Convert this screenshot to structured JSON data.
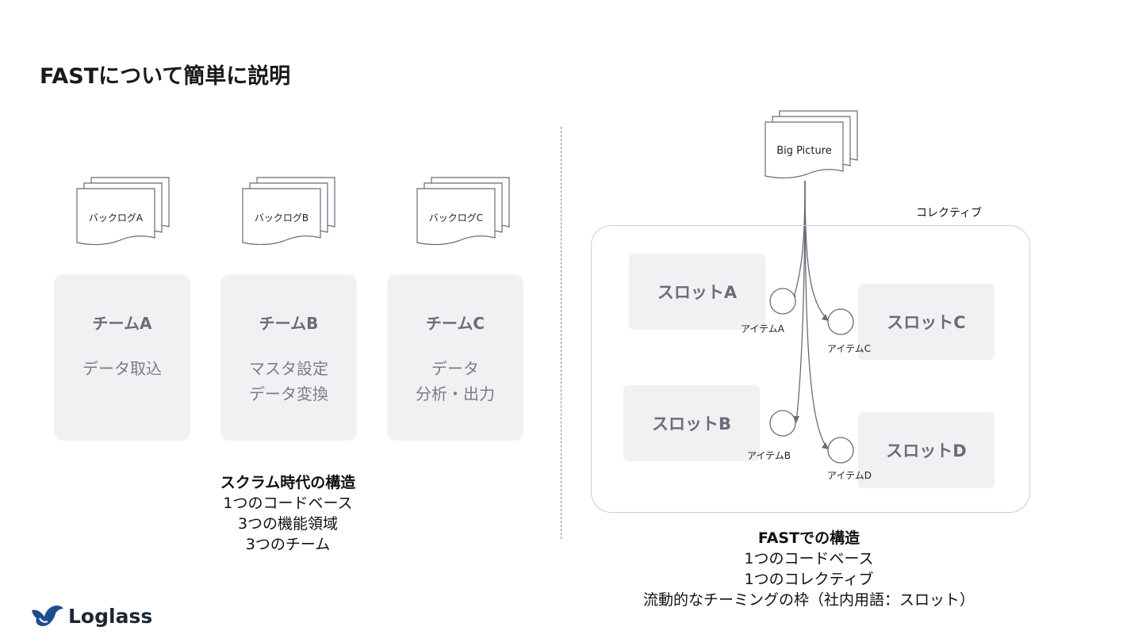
{
  "title": "FASTについて簡単に説明",
  "left": {
    "backlogs": [
      "バックログA",
      "バックログB",
      "バックログC"
    ],
    "teams": [
      {
        "name": "チームA",
        "desc": [
          "データ取込"
        ]
      },
      {
        "name": "チームB",
        "desc": [
          "マスタ設定",
          "データ変換"
        ]
      },
      {
        "name": "チームC",
        "desc": [
          "データ",
          "分析・出力"
        ]
      }
    ],
    "caption": {
      "title": "スクラム時代の構造",
      "lines": [
        "1つのコードベース",
        "3つの機能領域",
        "3つのチーム"
      ]
    }
  },
  "right": {
    "big_picture": "Big Picture",
    "collective_label": "コレクティブ",
    "slots": [
      "スロットA",
      "スロットB",
      "スロットC",
      "スロットD"
    ],
    "items": [
      "アイテムA",
      "アイテムB",
      "アイテムC",
      "アイテムD"
    ],
    "caption": {
      "title": "FASTでの構造",
      "lines": [
        "1つのコードベース",
        "1つのコレクティブ",
        "流動的なチーミングの枠（社内用語：スロット）"
      ]
    }
  },
  "logo": {
    "text": "Loglass"
  },
  "colors": {
    "card_bg": "#f1f1f4",
    "card_text": "#6b6c78",
    "line": "#6a6a78",
    "logo_blue": "#1f4e8c"
  }
}
